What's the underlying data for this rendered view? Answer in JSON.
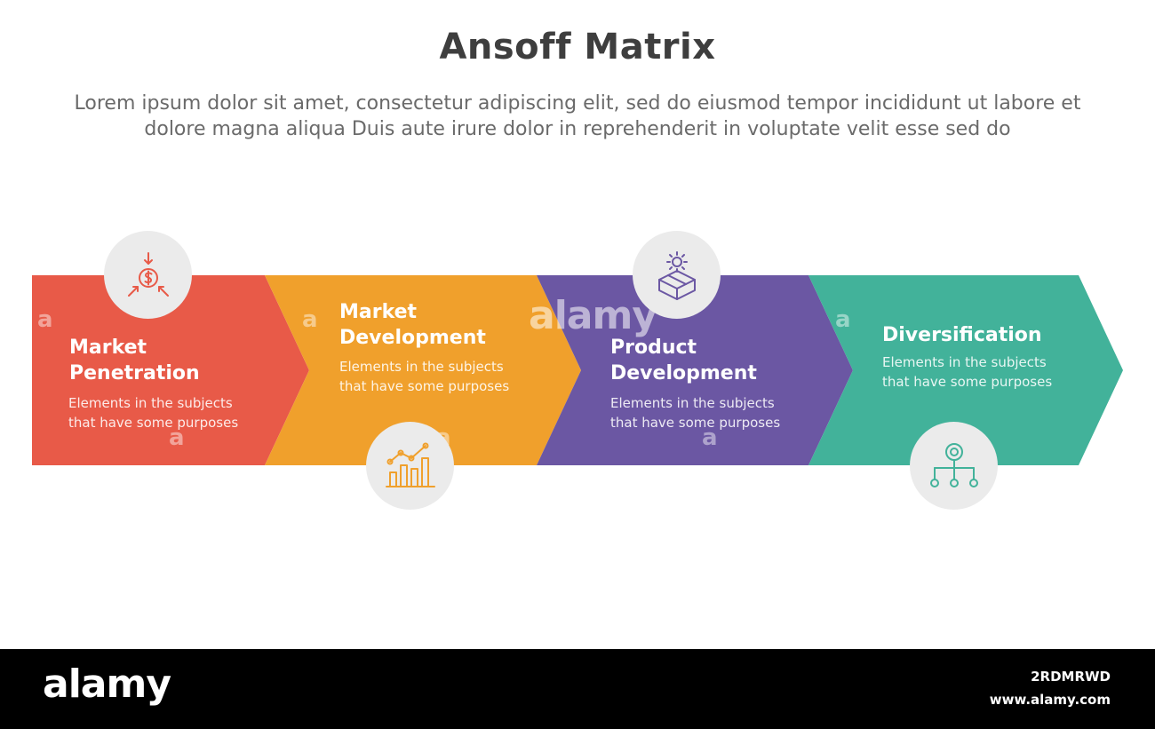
{
  "header": {
    "title": "Ansoff Matrix",
    "subtitle": "Lorem ipsum dolor sit amet, consectetur adipiscing elit, sed do eiusmod tempor incididunt ut labore et dolore magna aliqua Duis aute irure dolor in reprehenderit in voluptate velit esse sed do"
  },
  "steps": [
    {
      "title": "Market\nPenetration",
      "description": "Elements in the subjects\nthat have some purposes",
      "color": "#e85a48",
      "icon": "dollar-coin-arrows-icon",
      "icon_color": "#e85a48"
    },
    {
      "title": "Market\nDevelopment",
      "description": "Elements in the subjects\nthat have some purposes",
      "color": "#f0a02c",
      "icon": "bar-chart-growth-icon",
      "icon_color": "#f0a02c"
    },
    {
      "title": "Product\nDevelopment",
      "description": "Elements in the subjects\nthat have some purposes",
      "color": "#6b57a3",
      "icon": "box-gear-icon",
      "icon_color": "#6b57a3"
    },
    {
      "title": "Diversification",
      "description": "Elements in the subjects\nthat have some purposes",
      "color": "#42b29a",
      "icon": "hierarchy-nodes-icon",
      "icon_color": "#42b29a"
    }
  ],
  "watermark": {
    "center": "alamy",
    "small": "a"
  },
  "footer": {
    "logo": "alamy",
    "image_id": "2RDMRWD",
    "url": "www.alamy.com"
  }
}
